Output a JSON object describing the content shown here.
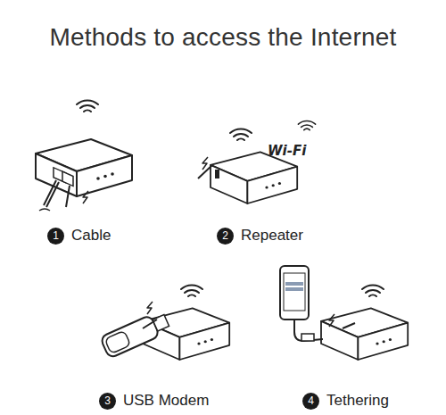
{
  "diagram": {
    "title": "Methods to access the Internet",
    "nodes": [
      {
        "text": [
          "1",
          "Cable"
        ]
      },
      {
        "text": [
          "2",
          "Repeater"
        ]
      },
      {
        "text": [
          "3",
          "USB Modem"
        ]
      },
      {
        "text": [
          "4",
          "Tethering"
        ]
      }
    ],
    "labels": [
      "Wi-Fi"
    ]
  }
}
